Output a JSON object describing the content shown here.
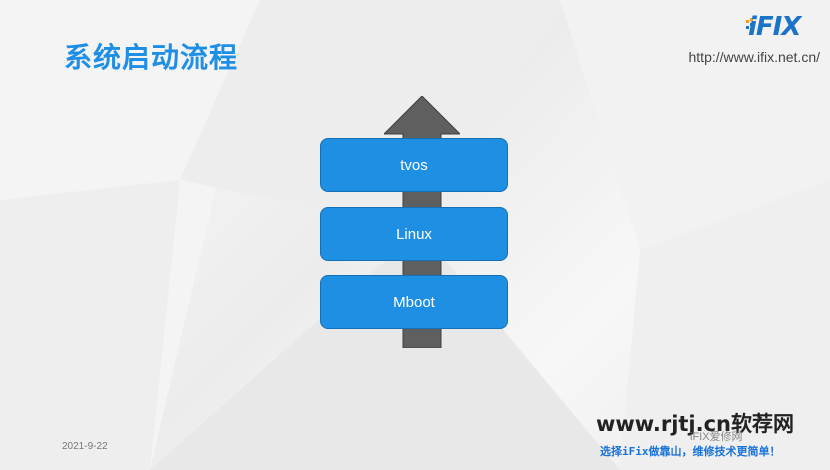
{
  "slide": {
    "title": "系统启动流程",
    "logo_text": "iFIX",
    "url": "http://www.ifix.net.cn/",
    "date": "2021-9-22"
  },
  "stack": {
    "layers": [
      "tvos",
      "Linux",
      "Mboot"
    ]
  },
  "footer": {
    "watermark": "www.rjtj.cn软荐网",
    "social": "iFIX爱修网",
    "slogan": "选择iFix做靠山，维修技术更简单！"
  },
  "colors": {
    "title": "#1f8fe6",
    "block": "#1f8fe3",
    "arrow": "#5f5f5f",
    "logo": "#1c74c9",
    "slogan": "#1a73d9"
  }
}
